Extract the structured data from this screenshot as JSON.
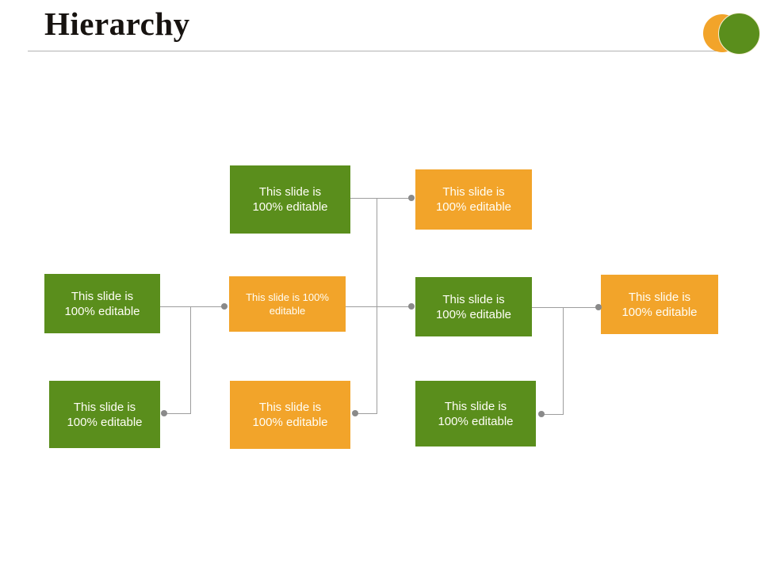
{
  "colors": {
    "green": "#5a8e1c",
    "orange": "#f2a42a",
    "line": "#9e9e9e",
    "dot": "#8a8a8a",
    "title": "#171310",
    "rule": "#b3b3b3",
    "node_text": "#fffef6"
  },
  "slide": {
    "title": "Hierarchy"
  },
  "diagram": {
    "nodes": [
      {
        "id": "top-green",
        "color": "green",
        "line1": "This slide is",
        "line2": "100% editable"
      },
      {
        "id": "top-orange",
        "color": "orange",
        "line1": "This slide is",
        "line2": "100% editable"
      },
      {
        "id": "mid-left-green",
        "color": "green",
        "line1": "This slide is",
        "line2": "100% editable"
      },
      {
        "id": "mid-center-orange",
        "color": "orange",
        "line1": "This slide is 100%",
        "line2": "editable"
      },
      {
        "id": "mid-center-green",
        "color": "green",
        "line1": "This slide is",
        "line2": "100% editable"
      },
      {
        "id": "mid-right-orange",
        "color": "orange",
        "line1": "This slide is",
        "line2": "100% editable"
      },
      {
        "id": "bottom-left-green",
        "color": "green",
        "line1": "This slide is",
        "line2": "100% editable"
      },
      {
        "id": "bottom-mid-orange",
        "color": "orange",
        "line1": "This slide is",
        "line2": "100% editable"
      },
      {
        "id": "bottom-right-green",
        "color": "green",
        "line1": "This slide is",
        "line2": "100% editable"
      }
    ]
  }
}
